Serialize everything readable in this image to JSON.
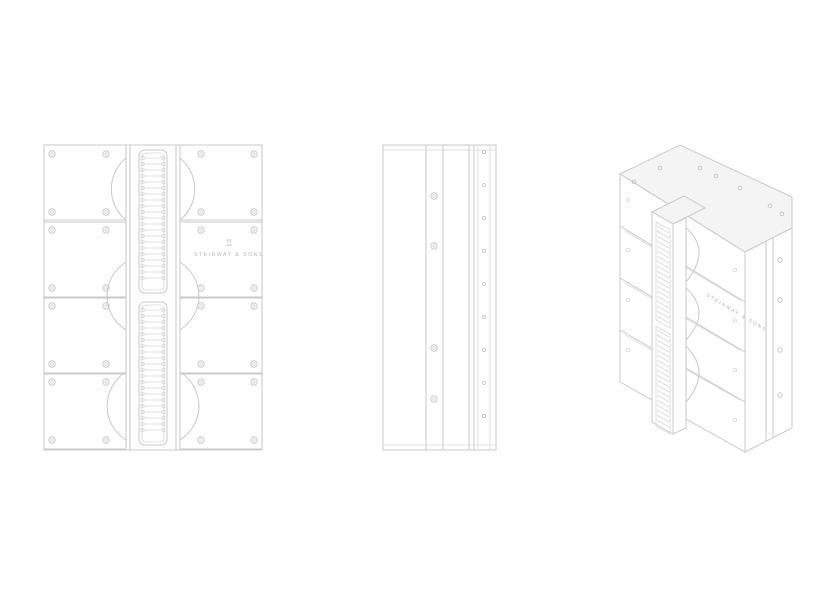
{
  "brand": {
    "name": "STEINWAY & SONS"
  },
  "views": [
    {
      "id": "front",
      "description_icon": "speaker-front-view"
    },
    {
      "id": "side",
      "description_icon": "speaker-side-view"
    },
    {
      "id": "isometric",
      "description_icon": "speaker-isometric-view"
    }
  ],
  "colors": {
    "line": "#c9c9c9",
    "background": "#ffffff"
  }
}
